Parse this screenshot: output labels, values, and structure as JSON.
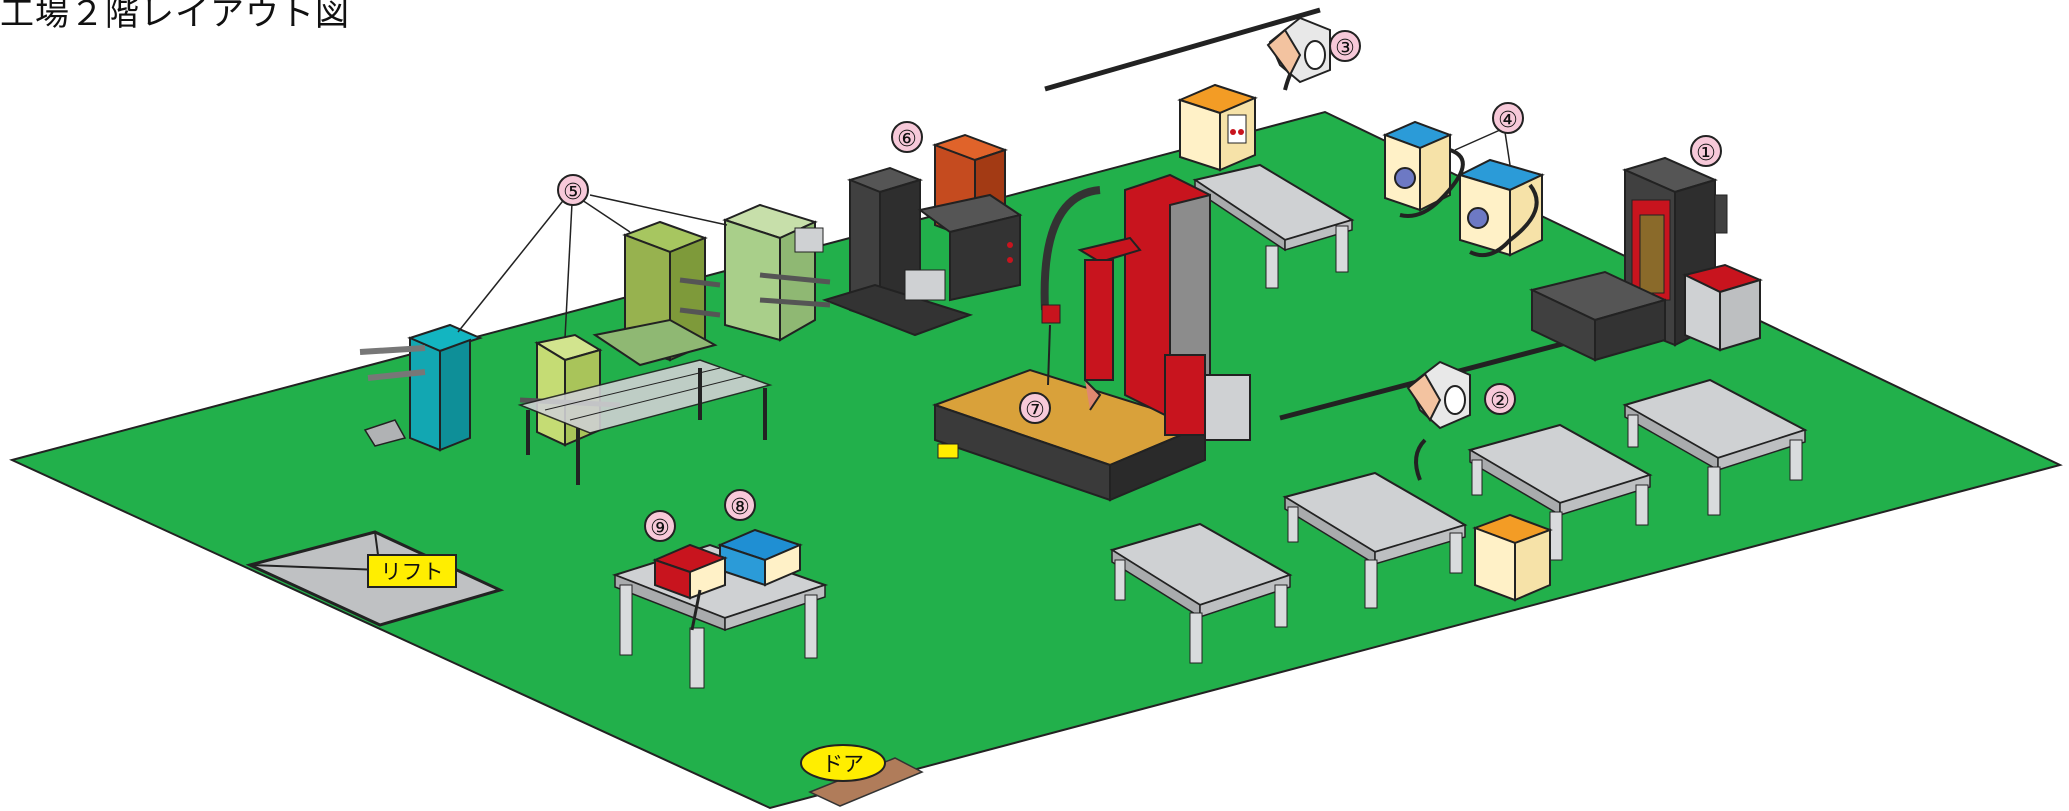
{
  "title": "工場２階レイアウト図",
  "labels": {
    "lift": "リフト",
    "door": "ドア"
  },
  "markers": [
    "①",
    "②",
    "③",
    "④",
    "⑤",
    "⑥",
    "⑦",
    "⑧",
    "⑨"
  ],
  "colors": {
    "floor": "#22b04b",
    "table": "#cfd1d3",
    "label_yellow": "#ffee00",
    "marker_pink": "#f7c9d9",
    "machine_red": "#c8141e",
    "dark_machine": "#404040"
  }
}
